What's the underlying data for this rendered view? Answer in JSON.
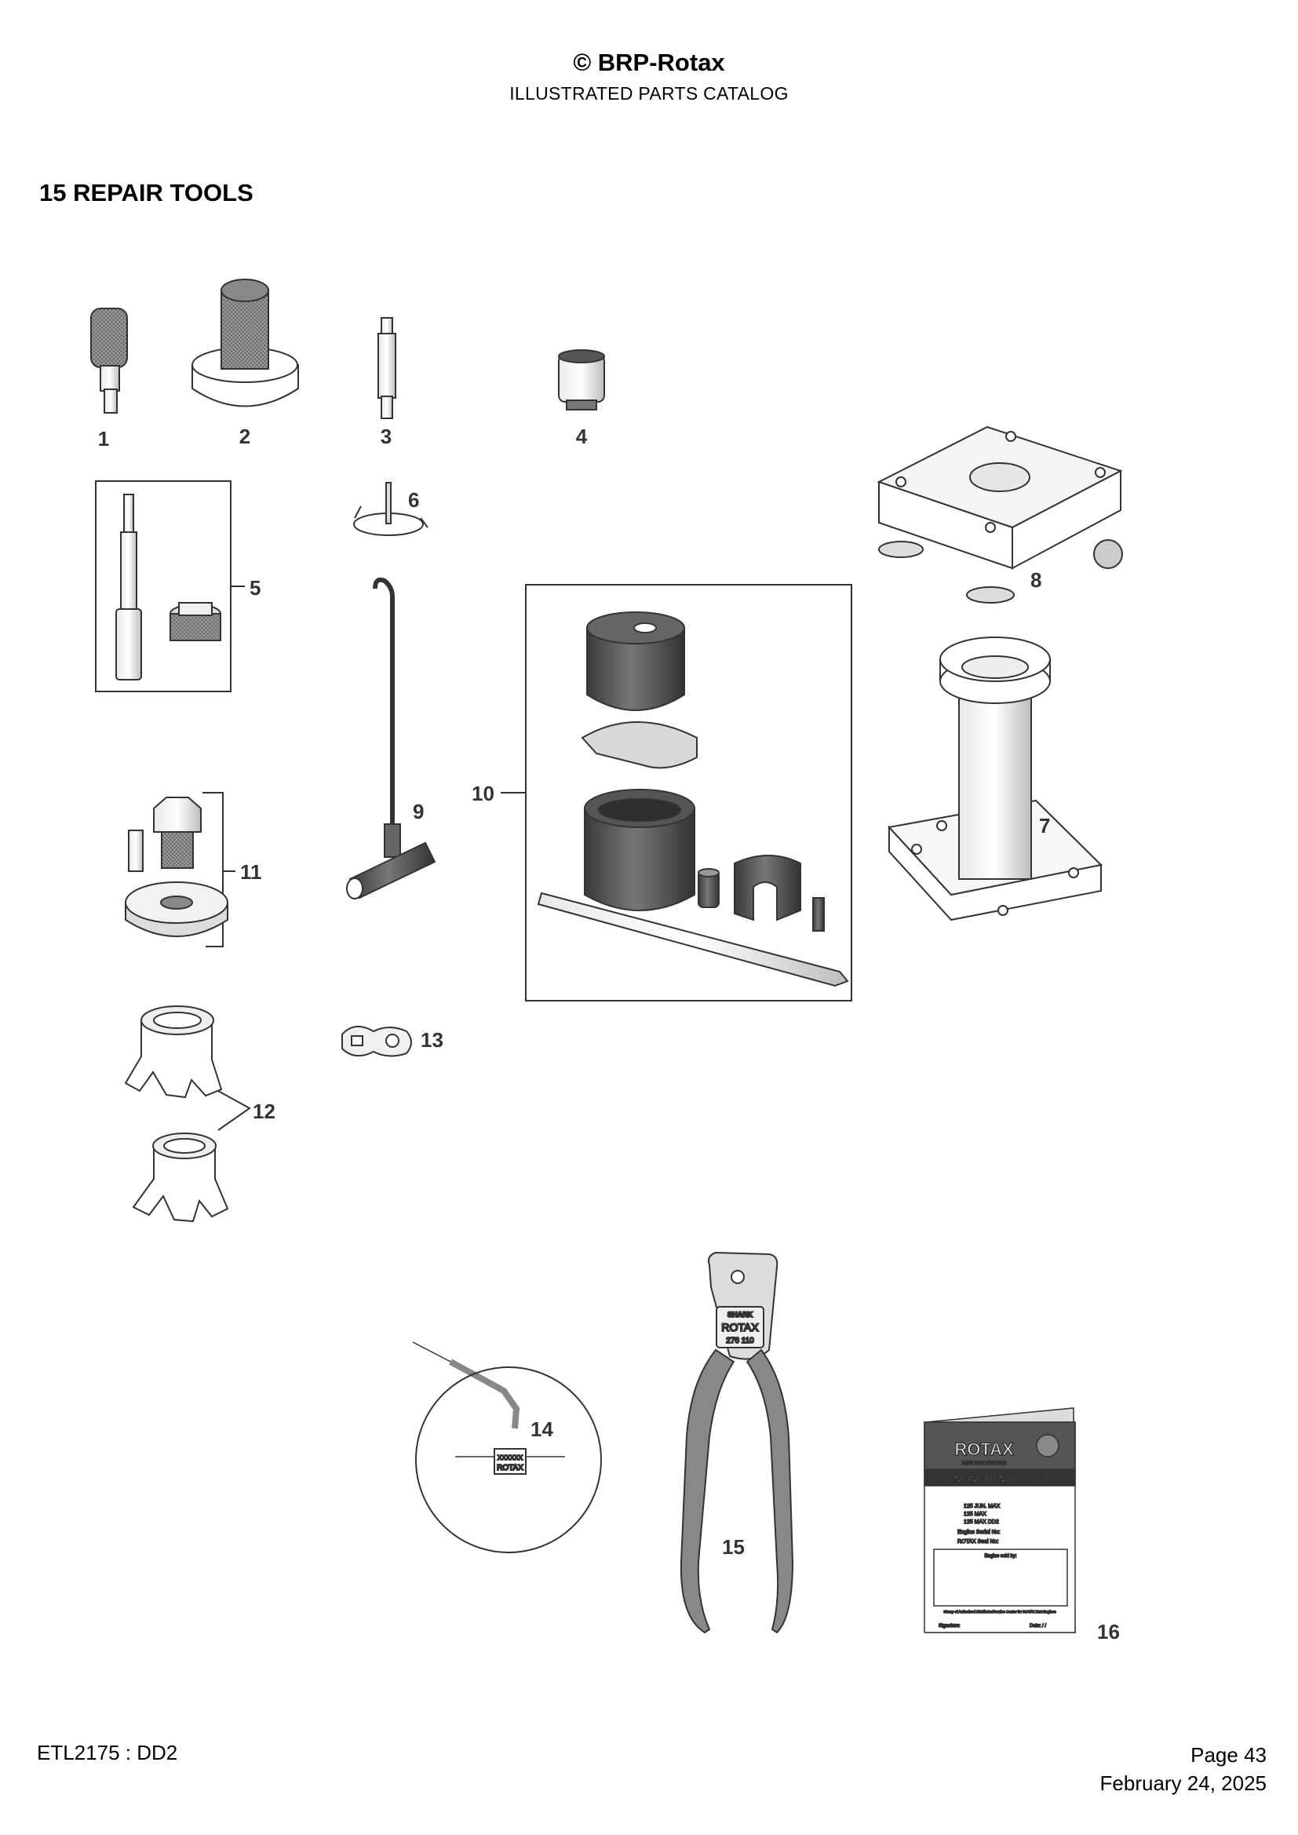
{
  "header": {
    "brand": "© BRP-Rotax",
    "subtitle": "ILLUSTRATED PARTS CATALOG"
  },
  "section": {
    "title": "15  REPAIR TOOLS"
  },
  "callouts": [
    "1",
    "2",
    "3",
    "4",
    "5",
    "6",
    "7",
    "8",
    "9",
    "10",
    "11",
    "12",
    "13",
    "14",
    "15",
    "16"
  ],
  "tool_labels": {
    "tie_tag_code": "XXXXXX",
    "tie_tag_brand": "ROTAX",
    "plier_brand_1": "SHARK",
    "plier_brand_2": "ROTAX",
    "plier_part_no": "276 110"
  },
  "identity_card": {
    "brand": "ROTAX",
    "tagline": "NEW AGE KARTING",
    "title": "ENGINE IDENTITY CARD",
    "options": [
      "125 JUN. MAX",
      "125 MAX",
      "125 MAX DD2"
    ],
    "engine_serial": "Engine Serial No:",
    "rotax_seal": "ROTAX Seal No:",
    "engine_sold_by": "Engine sold by:",
    "dealer_note": "Stamp of Authorized Distributor/Service Center for ROTAX Kart Engines",
    "signature": "Signature:",
    "date": "Date:   /   /"
  },
  "footer": {
    "doc_id": "ETL2175 : DD2",
    "page": "Page 43",
    "date": "February 24, 2025"
  },
  "colors": {
    "line": "#333333",
    "dark_metal": "#555555",
    "light_metal": "#dddddd"
  }
}
